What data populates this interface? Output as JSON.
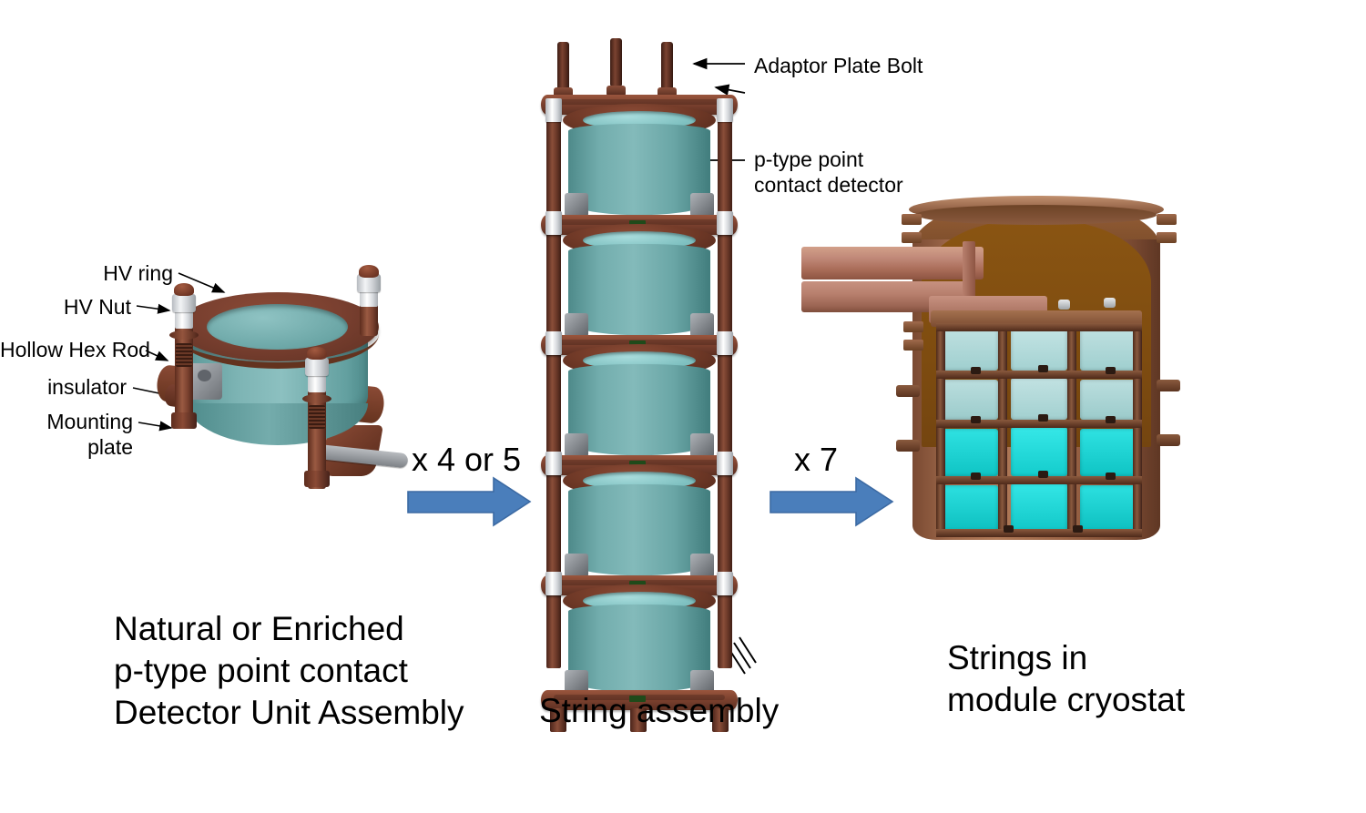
{
  "diagram": {
    "title": "Detector unit to string to module cryostat assembly",
    "background": "#ffffff"
  },
  "panels": {
    "left": {
      "name": "detector-unit-assembly",
      "caption": "Natural or Enriched\np-type point contact\nDetector Unit Assembly",
      "callouts": [
        {
          "id": "hv-ring",
          "label": "HV ring"
        },
        {
          "id": "hv-nut",
          "label": "HV Nut"
        },
        {
          "id": "hollow-hex-rod",
          "label": "Hollow Hex Rod"
        },
        {
          "id": "insulator",
          "label": "insulator"
        },
        {
          "id": "mounting-plate",
          "label": "Mounting\nplate"
        }
      ]
    },
    "center": {
      "name": "string-assembly",
      "caption": "String assembly",
      "units_in_string": 5,
      "callouts": [
        {
          "id": "adaptor-plate-bolt",
          "label": "Adaptor Plate Bolt"
        },
        {
          "id": "p-type-point-contact-detector",
          "label": "p-type point\ncontact detector"
        }
      ]
    },
    "right": {
      "name": "module-cryostat",
      "caption": "Strings in\nmodule cryostat",
      "detector_grid": {
        "columns": 3,
        "rows": 4
      }
    }
  },
  "arrows": [
    {
      "id": "arrow-1",
      "multiplier": "x 4 or 5"
    },
    {
      "id": "arrow-2",
      "multiplier": "x 7"
    }
  ],
  "colors": {
    "arrow_blue": "#4a7ebb",
    "arrow_blue_edge": "#3c6aa3",
    "copper": "#7a4030",
    "copper_light": "#c08878",
    "crystal_teal": "#6aa8a8",
    "crystal_teal_light": "#a8d8d8",
    "crystal_cyan": "#16d4d4",
    "cryostat_amber": "#8a5512",
    "insulator_gray": "#8c9095",
    "text": "#000000"
  }
}
